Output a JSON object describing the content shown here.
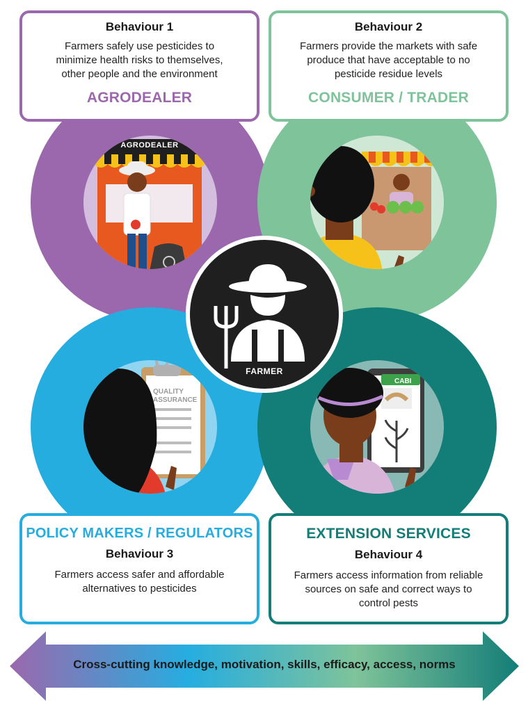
{
  "behaviours": [
    {
      "heading": "Behaviour 1",
      "description_lines": [
        "Farmers safely use pesticides to",
        "minimize health risks to themselves,",
        "other people and the environment"
      ],
      "role": "AGRODEALER",
      "color": "#9b68ad"
    },
    {
      "heading": "Behaviour 2",
      "description_lines": [
        "Farmers provide the markets with safe",
        "produce that have acceptable to no",
        "pesticide residue levels"
      ],
      "role": "CONSUMER / TRADER",
      "color": "#7fc39a"
    },
    {
      "heading": "Behaviour 3",
      "description_lines": [
        "Farmers access safer and affordable",
        "alternatives to pesticides"
      ],
      "role": "POLICY MAKERS / REGULATORS",
      "color": "#26ade0"
    },
    {
      "heading": "Behaviour 4",
      "description_lines": [
        "Farmers access information from reliable",
        "sources on safe and correct ways to",
        "control pests"
      ],
      "role": "EXTENSION SERVICES",
      "color": "#137d78"
    }
  ],
  "center": {
    "label": "FARMER",
    "color": "#1f1f1f"
  },
  "illustrations": {
    "shop_sign": "AGRODEALER",
    "clipboard_lines": [
      "QUALITY",
      "ASSURANCE"
    ],
    "tablet_logo": "CABI"
  },
  "footer": {
    "text": "Cross-cutting knowledge, motivation, skills, efficacy, access, norms",
    "gradient": [
      "#9b68ad",
      "#26ade0",
      "#7fc39a",
      "#137d78"
    ]
  },
  "icons": [
    "farmer-icon",
    "pitchfork-icon",
    "seed-bag-icon",
    "tomato-icon",
    "cabbage-icon",
    "clipboard-icon",
    "tablet-icon",
    "maize-icon"
  ]
}
